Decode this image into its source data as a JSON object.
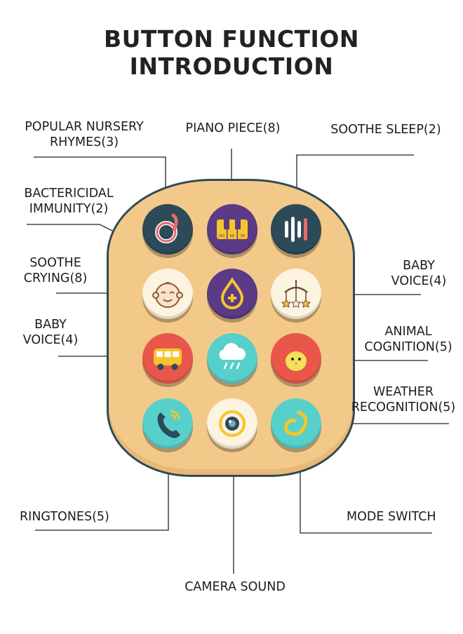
{
  "title": "BUTTON FUNCTION INTRODUCTION",
  "labels": {
    "nursery_line1": "POPULAR NURSERY",
    "nursery_line2": "RHYMES(3)",
    "piano": "PIANO PIECE(8)",
    "soothe_sleep": "SOOTHE SLEEP(2)",
    "bactericidal_line1": "BACTERICIDAL",
    "bactericidal_line2": "IMMUNITY(2)",
    "soothe_crying_line1": "SOOTHE",
    "soothe_crying_line2": "CRYING(8)",
    "baby_voice_right_line1": "BABY",
    "baby_voice_right_line2": "VOICE(4)",
    "baby_voice_left_line1": "BABY",
    "baby_voice_left_line2": "VOICE(4)",
    "animal_line1": "ANIMAL",
    "animal_line2": "COGNITION(5)",
    "weather_line1": "WEATHER",
    "weather_line2": "RECOGNITION(5)",
    "ringtones": "RINGTONES(5)",
    "mode_switch": "MODE SWITCH",
    "camera_sound": "CAMERA SOUND"
  },
  "piano_keys": [
    "DO",
    "RE",
    "MI"
  ],
  "colors": {
    "panel": "#f3c98a",
    "panel_border": "#2f4a55",
    "dark_teal": "#2c4a58",
    "purple": "#5b3a86",
    "cream": "#fdf3e1",
    "red": "#e9574a",
    "cyan": "#57d0cb",
    "yellow": "#f6c52b"
  }
}
